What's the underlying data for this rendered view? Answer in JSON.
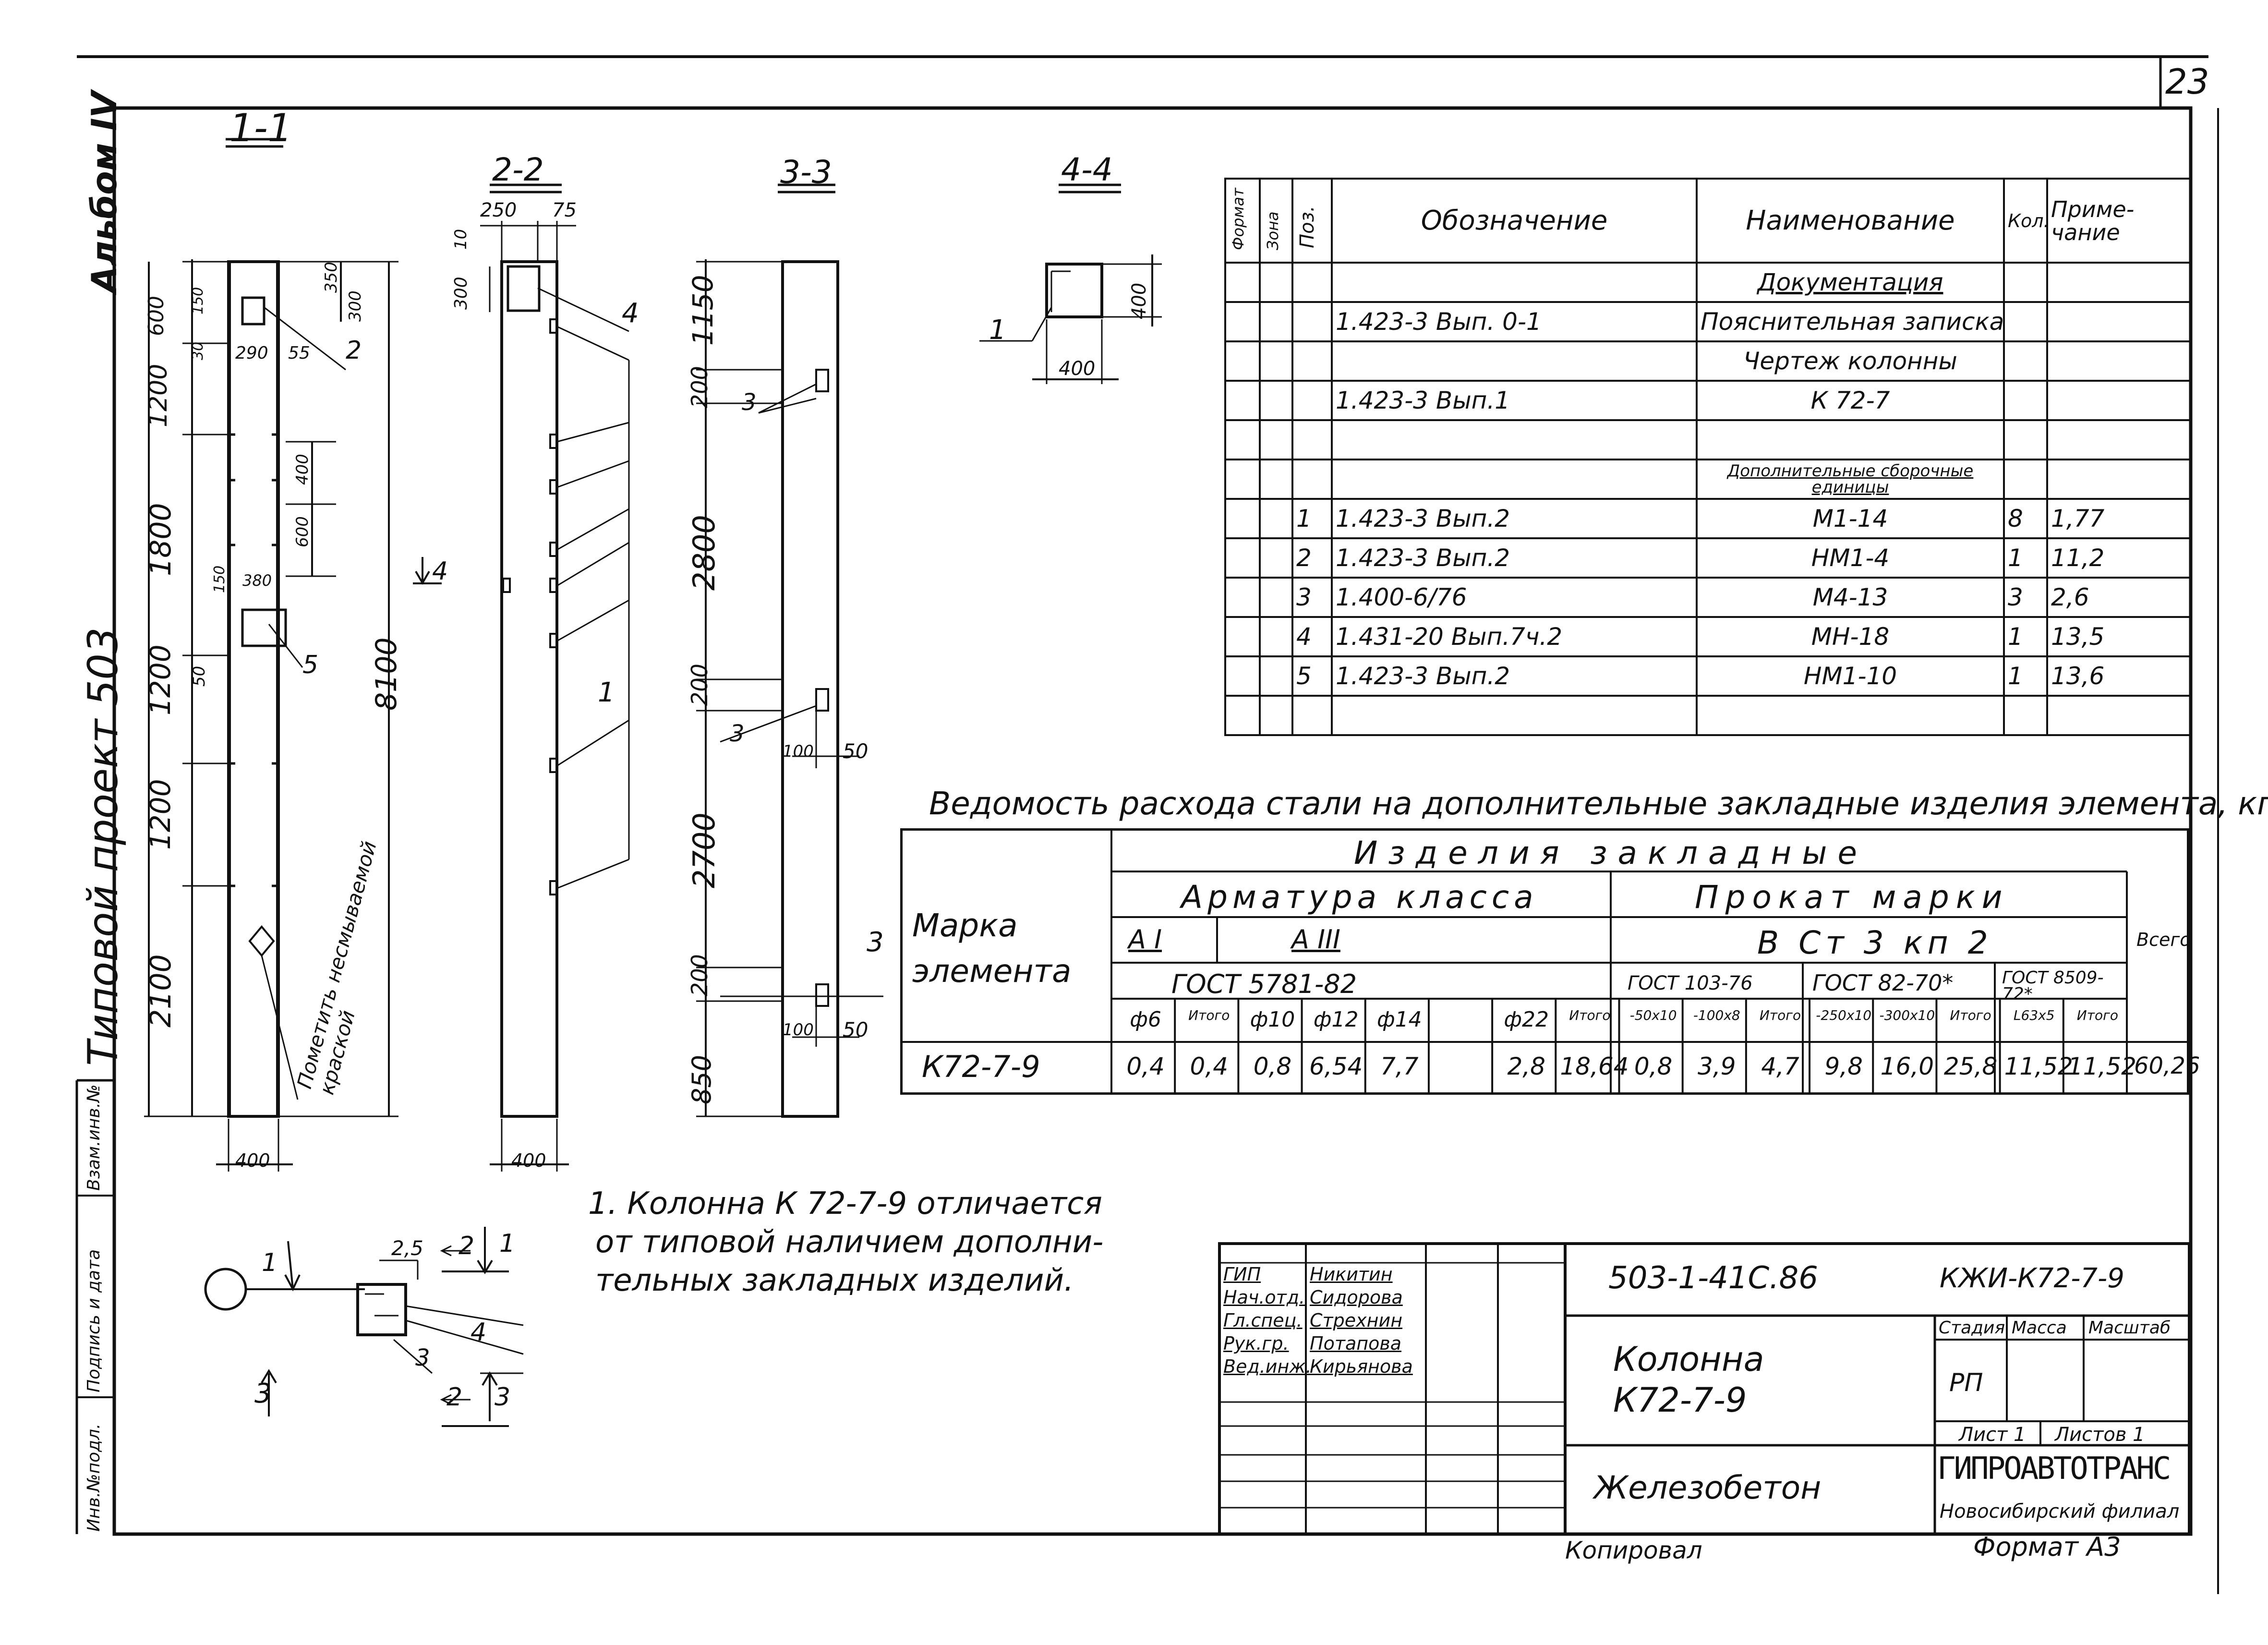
{
  "sheet_number": "23",
  "album": "Альбом IV",
  "project": "Типовой проект 503",
  "side_stamp": [
    "Инв.№подл.",
    "Подпись и дата",
    "Взам.инв.№"
  ],
  "sections": {
    "s11": {
      "title": "1-1",
      "dims": [
        "600",
        "1200",
        "1800",
        "1200",
        "1200",
        "2100",
        "8100",
        "400",
        "350",
        "300",
        "290",
        "55",
        "400",
        "600",
        "380",
        "150",
        "50",
        "150",
        "30"
      ],
      "callouts": [
        "2",
        "5"
      ],
      "note": "Пометить несмываемой краской",
      "arrow": "4"
    },
    "s22": {
      "title": "2-2",
      "dims": [
        "250",
        "75",
        "10",
        "300",
        "400"
      ],
      "callouts": [
        "4",
        "1"
      ]
    },
    "s33": {
      "title": "3-3",
      "dims": [
        "1150",
        "200",
        "2800",
        "200",
        "2700",
        "200",
        "850",
        "100",
        "50",
        "100",
        "50"
      ],
      "callouts": [
        "3",
        "3",
        "3"
      ]
    },
    "s44": {
      "title": "4-4",
      "dims": [
        "400",
        "400"
      ],
      "callouts": [
        "1"
      ]
    }
  },
  "detail": {
    "callouts": [
      "1",
      "2",
      "1",
      "4",
      "3",
      "3",
      "2",
      "3"
    ],
    "dims": [
      "2,5"
    ]
  },
  "spec": {
    "headers": [
      "Формат",
      "Зона",
      "Поз.",
      "Обозначение",
      "Наименование",
      "Кол.",
      "Приме-чание"
    ],
    "rows": [
      [
        "",
        "",
        "",
        "",
        "Документация",
        "",
        ""
      ],
      [
        "",
        "",
        "",
        "1.423-3   Вып. 0-1",
        "Пояснительная записка",
        "",
        ""
      ],
      [
        "",
        "",
        "",
        "",
        "Чертеж колонны",
        "",
        ""
      ],
      [
        "",
        "",
        "",
        "1.423-3   Вып.1",
        "К 72-7",
        "",
        ""
      ],
      [
        "",
        "",
        "",
        "",
        "",
        "",
        ""
      ],
      [
        "",
        "",
        "",
        "",
        "Дополнительные сборочные единицы",
        "",
        ""
      ],
      [
        "",
        "",
        "1",
        "1.423-3   Вып.2",
        "М1-14",
        "8",
        "1,77"
      ],
      [
        "",
        "",
        "2",
        "1.423-3   Вып.2",
        "НМ1-4",
        "1",
        "11,2"
      ],
      [
        "",
        "",
        "3",
        "1.400-6/76",
        "М4-13",
        "3",
        "2,6"
      ],
      [
        "",
        "",
        "4",
        "1.431-20   Вып.7ч.2",
        "МН-18",
        "1",
        "13,5"
      ],
      [
        "",
        "",
        "5",
        "1.423-3   Вып.2",
        "НМ1-10",
        "1",
        "13,6"
      ],
      [
        "",
        "",
        "",
        "",
        "",
        "",
        ""
      ]
    ]
  },
  "steel": {
    "title": "Ведомость расхода стали на дополнительные закладные изделия элемента, кг",
    "h_group": "Изделия закладные",
    "h_mark": "Марка элемента",
    "h_arm": "Арматура класса",
    "h_prokat": "Прокат марки",
    "h_ai": "А I",
    "h_aiii": "А III",
    "h_gost5781": "ГОСТ 5781-82",
    "h_bst": "В Ст 3 кп 2",
    "h_gost103": "ГОСТ 103-76",
    "h_gost82": "ГОСТ 82-70*",
    "h_gost8509": "ГОСТ 8509-72*",
    "h_total": "Всего",
    "cols": [
      "ф6",
      "Итого",
      "ф10",
      "ф12",
      "ф14",
      "",
      "ф22",
      "Итого",
      "-50х10",
      "-100х8",
      "Итого",
      "-250х10",
      "-300х10",
      "Итого",
      "L63х5",
      "Итого"
    ],
    "row": [
      "К72-7-9",
      "0,4",
      "0,4",
      "0,8",
      "6,54",
      "7,7",
      "",
      "2,8",
      "18,64",
      "0,8",
      "3,9",
      "4,7",
      "9,8",
      "16,0",
      "25,8",
      "11,52",
      "11,52",
      "60,26"
    ]
  },
  "note": [
    "1. Колонна К 72-7-9 отличается",
    "от типовой наличием дополни-",
    "тельных закладных изделий."
  ],
  "stamp": {
    "code": "503-1-41С.86",
    "sheet_code": "КЖИ-К72-7-9",
    "people": [
      [
        "ГИП",
        "Никитин"
      ],
      [
        "Нач.отд.",
        "Сидорова"
      ],
      [
        "Гл.спец.",
        "Стрехнин"
      ],
      [
        "Рук.гр.",
        "Потапова"
      ],
      [
        "Вед.инж.",
        "Кирьянова"
      ]
    ],
    "title": [
      "Колонна",
      "К72-7-9"
    ],
    "material": "Железобетон",
    "stage_h": "Стадия",
    "mass_h": "Масса",
    "scale_h": "Масштаб",
    "stage": "РП",
    "sheet": "Лист 1",
    "sheets": "Листов 1",
    "org": "ГИПРОАВТОТРАНС",
    "org_sub": "Новосибирский филиал",
    "copied": "Копировал",
    "format": "Формат А3"
  }
}
